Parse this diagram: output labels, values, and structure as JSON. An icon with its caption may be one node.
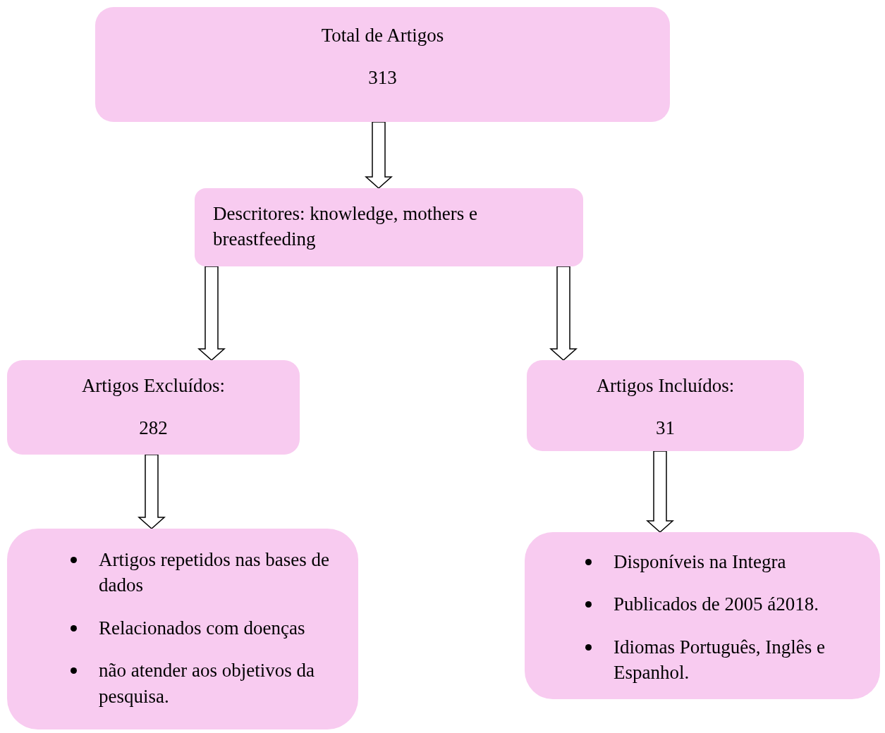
{
  "diagram": {
    "nodes": [
      {
        "text": [
          "Total de Artigos",
          "313"
        ]
      },
      {
        "text": [
          "Descritores: knowledge, mothers e breastfeeding"
        ]
      },
      {
        "text": [
          "Artigos Excluídos:",
          "282"
        ]
      },
      {
        "text": [
          "Artigos Incluídos:",
          "31"
        ]
      },
      {
        "text": [
          "Artigos repetidos nas bases de dados",
          "Relacionados com doenças",
          "não atender aos objetivos da pesquisa."
        ]
      },
      {
        "text": [
          "Disponíveis na Integra",
          "Publicados de 2005 á2018.",
          "Idiomas Português, Inglês e Espanhol."
        ]
      }
    ],
    "edges": [
      {
        "from": 0,
        "to": 1,
        "arrow": "to"
      },
      {
        "from": 1,
        "to": 2,
        "arrow": "to"
      },
      {
        "from": 1,
        "to": 3,
        "arrow": "to"
      },
      {
        "from": 2,
        "to": 4,
        "arrow": "to"
      },
      {
        "from": 3,
        "to": 5,
        "arrow": "to"
      }
    ]
  }
}
